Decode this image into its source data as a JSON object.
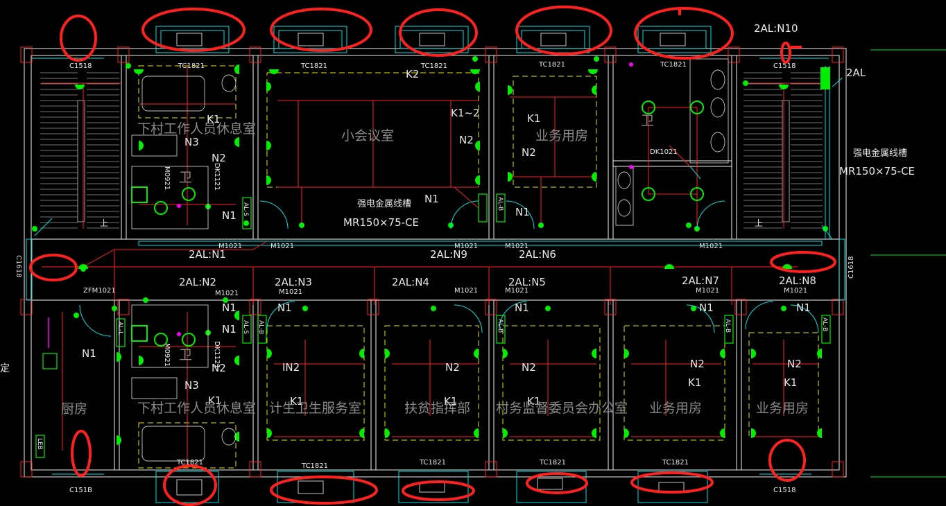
{
  "colors": {
    "background": "#000000",
    "wall": "#c8c8c8",
    "window": "#00e5e5",
    "ceiling_light": "#e6e600",
    "wire": "#ff2020",
    "fixture": "#00ee00",
    "annotation": "#ff2020",
    "text": "#e8e8e8",
    "room_text": "#8a8a8a",
    "magenta": "#ff00ff"
  },
  "labels": {
    "panel_2AL_N10": "2AL:N10",
    "panel_2AL": "2AL",
    "tray_right_name": "强电金属线槽",
    "tray_right_spec": "MR150×75-CE",
    "tray_mid_name": "强电金属线槽",
    "tray_mid_spec": "MR150×75-CE",
    "circuit_n1": "2AL:N1",
    "circuit_n2": "2AL:N2",
    "circuit_n3": "2AL:N3",
    "circuit_n4": "2AL:N4",
    "circuit_n5": "2AL:N5",
    "circuit_n6": "2AL:N6",
    "circuit_n7": "2AL:N7",
    "circuit_n8": "2AL:N8",
    "circuit_n9": "2AL:N9",
    "window_tc1821": "TC1821",
    "window_c1618": "C1618",
    "window_c1518": "C1518",
    "window_c1518b": "C151B",
    "door_m1021": "M1021",
    "door_zfm1021": "ZFM1021",
    "door_m0921": "M0921",
    "door_dk1121": "DK1121",
    "door_dk1021": "DK1021",
    "switch_k1": "K1",
    "switch_k2": "K2",
    "switch_k1_2": "K1~2",
    "circuit_N1": "N1",
    "circuit_N2": "N2",
    "circuit_N3": "N3",
    "circuit_IN2": "IN2",
    "box_al_b": "AL-B",
    "box_al_s": "AL-S",
    "box_al_l": "AL-L",
    "box_leb": "LEB",
    "stair_up": "上",
    "room_rest_upper": "下村工作人员休息室",
    "room_rest_lower": "下村工作人员休息室",
    "room_small_meeting": "小会议室",
    "room_business_upper": "业务用房",
    "room_kitchen": "厨房",
    "room_family_planning": "计生卫生服务室",
    "room_poverty": "扶贫指挥部",
    "room_supervision": "村务监督委员会办公室",
    "room_business_lower1": "业务用房",
    "room_business_lower2": "业务用房",
    "wc_mark": "卫",
    "edge_mark": "定"
  }
}
